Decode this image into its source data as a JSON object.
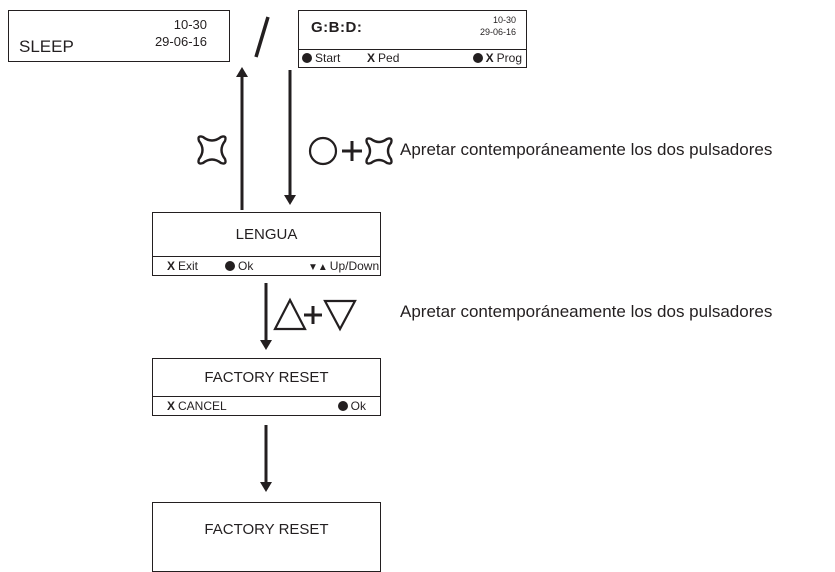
{
  "sleep_screen": {
    "label": "SLEEP",
    "time": "10-30",
    "date": "29-06-16"
  },
  "separator": "/",
  "gbd_screen": {
    "logo": "G:B:D:",
    "time": "10-30",
    "date": "29-06-16",
    "start_label": "Start",
    "ped_key": "X",
    "ped_label": "Ped",
    "prog_key": "X",
    "prog_label": "Prog"
  },
  "instruction_1": "Apretar contemporáneamente los dos pulsadores",
  "lengua_screen": {
    "title": "LENGUA",
    "exit_key": "X",
    "exit_label": "Exit",
    "ok_label": "Ok",
    "updown_label": "Up/Down"
  },
  "instruction_2": "Apretar contemporáneamente los dos pulsadores",
  "factory_reset_screen": {
    "title": "FACTORY RESET",
    "cancel_key": "X",
    "cancel_label": "CANCEL",
    "ok_label": "Ok"
  },
  "factory_reset_final": {
    "title": "FACTORY RESET"
  },
  "icons": {
    "x_button": "cross-button-icon",
    "circle_button": "circle-button-icon",
    "up_button": "triangle-up-icon",
    "down_button": "triangle-down-icon",
    "plus": "plus-icon"
  }
}
